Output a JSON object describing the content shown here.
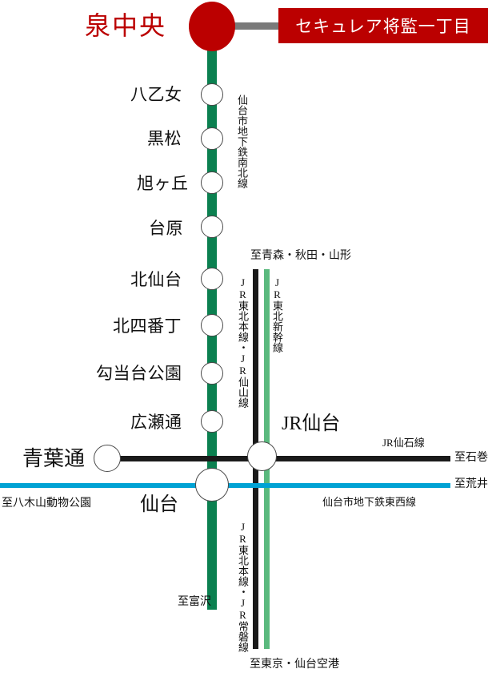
{
  "map": {
    "title": "泉中央",
    "property_badge": "セキュレア将監一丁目"
  },
  "colors": {
    "namboku_green": "#0b8050",
    "property_red": "#bb0000",
    "shinkansen_green": "#5ab97e",
    "jr_black": "#1a1a1a",
    "tozai_blue": "#00a2d4",
    "spur_grey": "#7a7a7a"
  },
  "lines": [
    {
      "name": "仙台市地下鉄南北線",
      "color": "#0b8050",
      "orientation": "vertical"
    },
    {
      "name": "JR東北本線・JR仙山線",
      "color": "#1a1a1a",
      "orientation": "vertical"
    },
    {
      "name": "JR東北新幹線",
      "color": "#5ab97e",
      "orientation": "vertical"
    },
    {
      "name": "JR東北本線・JR常磐線",
      "color": "#1a1a1a",
      "orientation": "vertical"
    },
    {
      "name": "JR仙石線",
      "color": "#1a1a1a",
      "orientation": "horizontal"
    },
    {
      "name": "仙台市地下鉄東西線",
      "color": "#00a2d4",
      "orientation": "horizontal"
    }
  ],
  "namboku_stations": [
    {
      "name": "八乙女"
    },
    {
      "name": "黒松"
    },
    {
      "name": "旭ヶ丘"
    },
    {
      "name": "台原"
    },
    {
      "name": "北仙台"
    },
    {
      "name": "北四番丁"
    },
    {
      "name": "勾当台公園"
    },
    {
      "name": "広瀬通"
    }
  ],
  "other_stations": [
    {
      "name": "青葉通"
    },
    {
      "name": "仙台"
    },
    {
      "name": "JR仙台"
    }
  ],
  "line_labels": {
    "namboku": "仙台市地下鉄南北線",
    "tohoku_senzan": "JR東北本線・JR仙山線",
    "shinkansen": "JR東北新幹線",
    "tohoku_joban": "JR東北本線・JR常磐線",
    "senseki": "JR仙石線",
    "tozai": "仙台市地下鉄東西線"
  },
  "directions": {
    "north_jr": "至青森・秋田・山形",
    "east_senseki": "至石巻",
    "east_tozai": "至荒井",
    "west_tozai": "至八木山動物公園",
    "south_namboku": "至富沢",
    "south_jr": "至東京・仙台空港"
  }
}
